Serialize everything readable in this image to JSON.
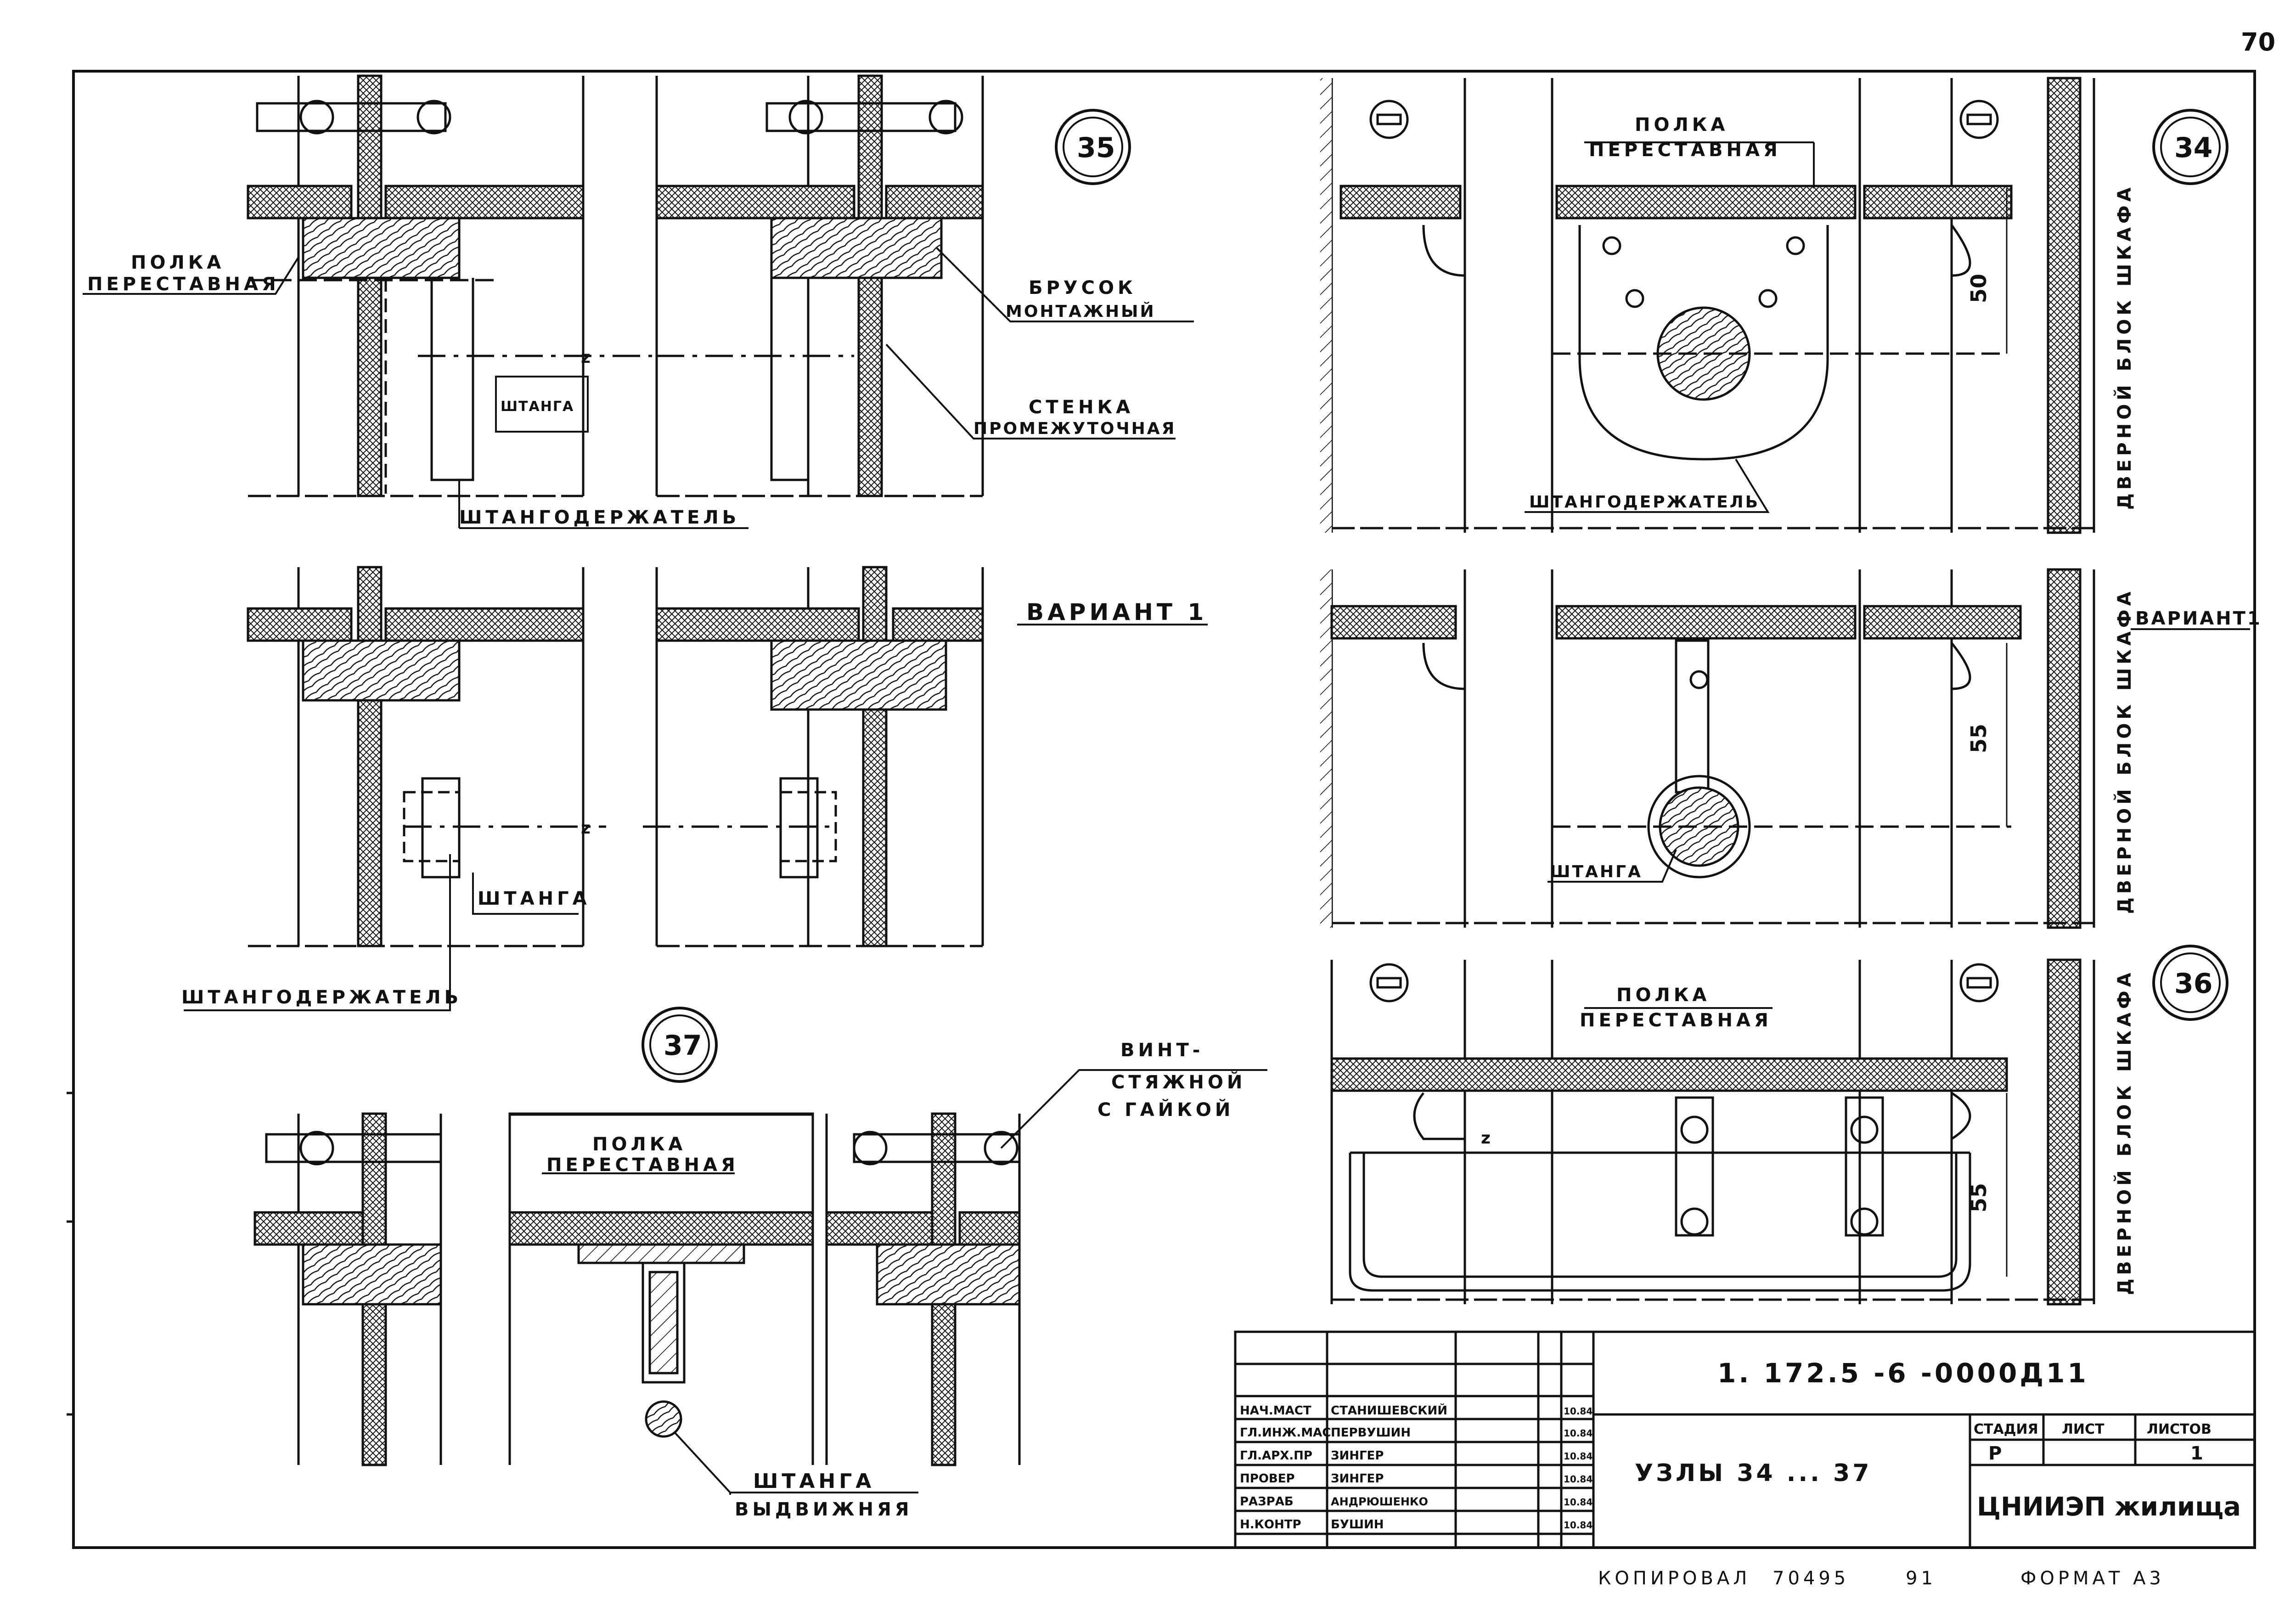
{
  "page_number": "70",
  "node_numbers": [
    "35",
    "34",
    "37",
    "36"
  ],
  "labels": {
    "polka": "ПОЛКА",
    "perestavnaya": "ПЕРЕСТАВНАЯ",
    "brusok": "БРУСОК",
    "montazhny": "МОНТАЖНЫЙ",
    "stenka": "СТЕНКА",
    "promezhutochnaya": "ПРОМЕЖУТОЧНАЯ",
    "shtanga": "ШТАНГА",
    "shtangoderzhatel": "ШТАНГОДЕРЖАТЕЛЬ",
    "variant": "ВАРИАНТ 1",
    "variant_right": "ВАРИАНТ1",
    "vint": "ВИНТ-",
    "styazhnoy": "СТЯЖНОЙ",
    "s_gaykoy": "С ГАЙКОЙ",
    "shtanga_bold": "ШТАНГА",
    "vydvizhnaya": "ВЫДВИЖНЯЯ",
    "door_block": "ДВЕРНОЙ БЛОК ШКАФА",
    "dim_50": "50",
    "dim_55a": "55",
    "dim_55b": "55",
    "break_mark": "z"
  },
  "title_block": {
    "document_code": "1. 172.5 -6 -0000Д11",
    "title": "УЗЛЫ 34 ... 37",
    "stage_header": "СТАДИЯ",
    "sheet_header": "ЛИСТ",
    "sheets_header": "ЛИСТОВ",
    "stage": "Р",
    "sheet": "",
    "sheets": "1",
    "organization": "ЦНИИЭП жилища",
    "staff": [
      {
        "role": "НАЧ.МАСТ",
        "name": "СТАНИШЕВСКИЙ",
        "date": "10.84"
      },
      {
        "role": "ГЛ.ИНЖ.МАС",
        "name": "ПЕРВУШИН",
        "date": "10.84"
      },
      {
        "role": "ГЛ.АРХ.ПР",
        "name": "ЗИНГЕР",
        "date": "10.84"
      },
      {
        "role": "ПРОВЕР",
        "name": "ЗИНГЕР",
        "date": "10.84"
      },
      {
        "role": "РАЗРАБ",
        "name": "АНДРЮШЕНКО",
        "date": "10.84"
      },
      {
        "role": "Н.КОНТР",
        "name": "БУШИН",
        "date": "10.84"
      }
    ]
  },
  "footer": {
    "copied": "КОПИРОВАЛ",
    "copy_no": "70495",
    "year": "91",
    "format": "ФОРМАТ А3"
  },
  "colors": {
    "ink": "#111111",
    "paper": "#ffffff"
  }
}
